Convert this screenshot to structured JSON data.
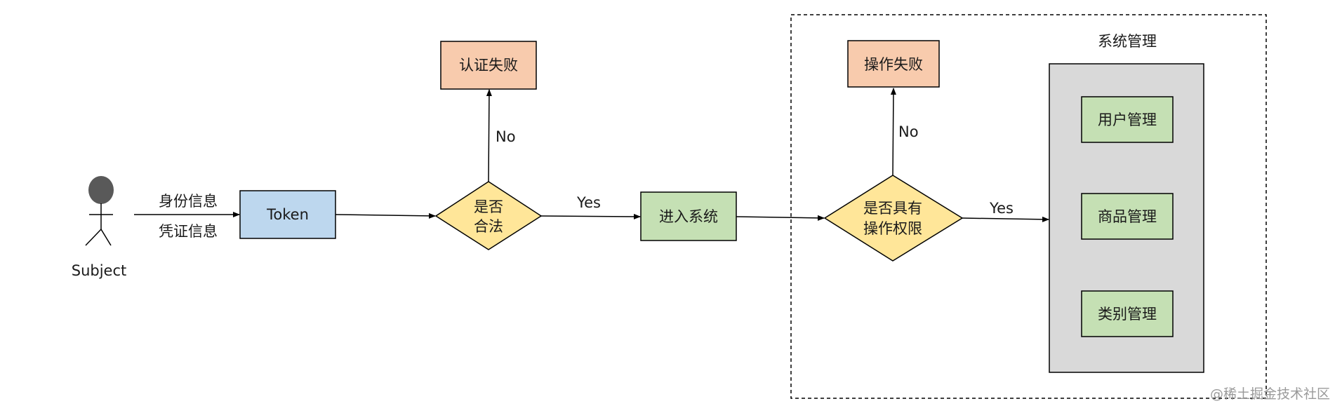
{
  "actor": {
    "label": "Subject"
  },
  "edge_labels": {
    "identity": "身份信息",
    "credential": "凭证信息",
    "no_auth": "No",
    "yes_auth": "Yes",
    "no_perm": "No",
    "yes_perm": "Yes"
  },
  "nodes": {
    "token": "Token",
    "auth_check": {
      "line1": "是否",
      "line2": "合法"
    },
    "auth_fail": "认证失败",
    "enter_system": "进入系统",
    "perm_check": {
      "line1": "是否具有",
      "line2": "操作权限"
    },
    "op_fail": "操作失败"
  },
  "system_group": {
    "title": "系统管理",
    "modules": [
      "用户管理",
      "商品管理",
      "类别管理"
    ]
  },
  "watermark": "@稀土掘金技术社区",
  "colors": {
    "token_fill": "#bdd7ee",
    "diamond_fill": "#ffe699",
    "fail_fill": "#f8cbad",
    "success_fill": "#c5e0b4",
    "panel_fill": "#d9d9d9",
    "actor_fill": "#595959",
    "stroke": "#000000"
  }
}
